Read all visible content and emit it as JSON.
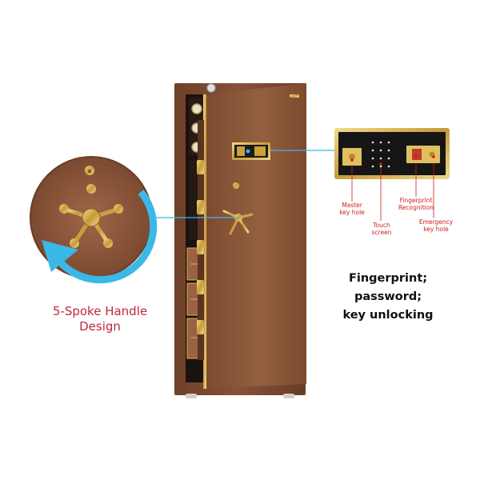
{
  "callouts": {
    "handle_caption": "5-Spoke Handle\nDesign",
    "handle_line1": "5-Spoke Handle",
    "handle_line2": "Design",
    "unlock_line1": "Fingerprint;",
    "unlock_line2": "password;",
    "unlock_line3": "key unlocking"
  },
  "panel_labels": {
    "master_key_hole_1": "Master",
    "master_key_hole_2": "key hole",
    "touch_screen_1": "Touch",
    "touch_screen_2": "screen",
    "fingerprint_1": "Fingerprint",
    "fingerprint_2": "Recognition",
    "emergency_1": "Emergency",
    "emergency_2": "key hole"
  },
  "colors": {
    "safe_body": "#7a4a30",
    "door": "#8a5537",
    "gold": "#d4b25a",
    "accent_blue": "#3bb8e6",
    "label_red": "#d01c1c",
    "caption_red": "#c0283c"
  }
}
